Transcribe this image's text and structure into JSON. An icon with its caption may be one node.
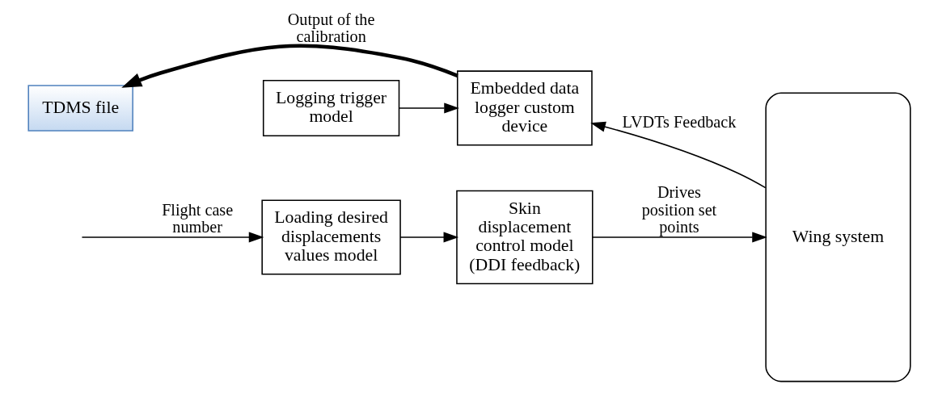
{
  "diagram": {
    "nodes": [
      {
        "text": [
          "Loading desired displacements values model"
        ]
      },
      {
        "text": [
          "Skin displacement control model (DDI feedback)"
        ]
      },
      {
        "text": [
          "Wing system"
        ]
      },
      {
        "text": [
          "Logging trigger model"
        ]
      },
      {
        "text": [
          "Embedded data logger custom device"
        ]
      },
      {
        "text": [
          "TDMS file"
        ]
      }
    ],
    "edges": [
      {
        "from": null,
        "to": 0,
        "arrow": "to",
        "label": "Flight case number"
      },
      {
        "from": 0,
        "to": 1,
        "arrow": "to"
      },
      {
        "from": 1,
        "to": 2,
        "arrow": "to",
        "label": "Drives position set points"
      },
      {
        "from": 3,
        "to": 4,
        "arrow": "to"
      },
      {
        "from": 2,
        "to": 4,
        "arrow": "to",
        "label": "LVDTs Feedback"
      },
      {
        "from": 4,
        "to": 5,
        "arrow": "to",
        "label": "Output of the calibration",
        "style": "thick"
      }
    ]
  }
}
